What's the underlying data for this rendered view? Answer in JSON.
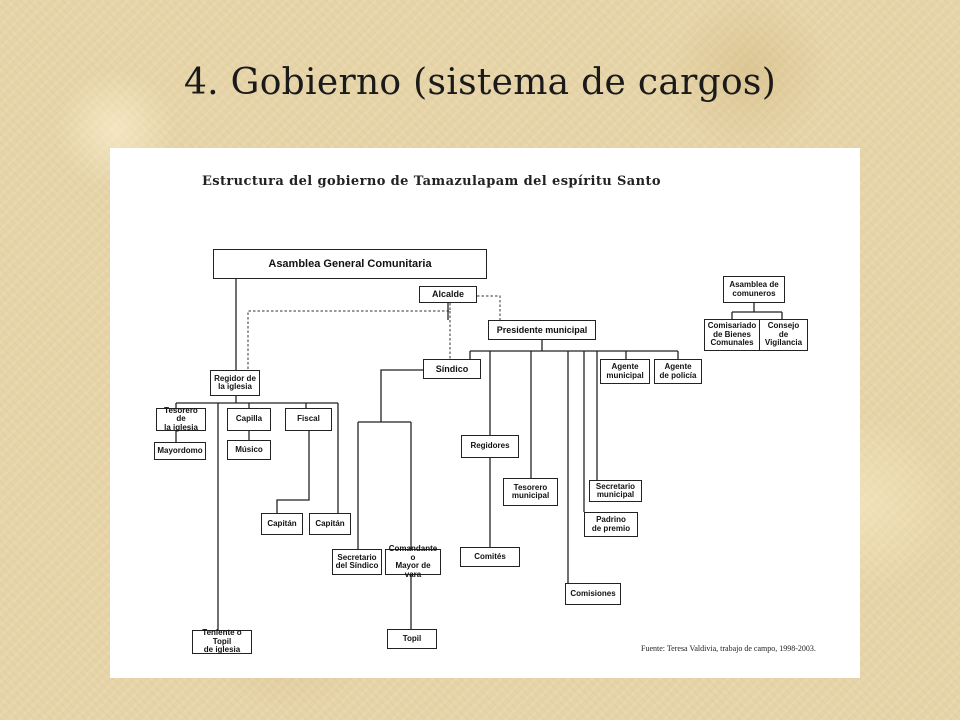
{
  "slide": {
    "title": "4. Gobierno (sistema de cargos)"
  },
  "chart": {
    "heading": "Estructura del gobierno de Tamazulapam del espíritu Santo",
    "source": "Fuente: Teresa Valdivia, trabajo de campo, 1998-2003.",
    "nodes": {
      "asamblea_general": "Asamblea General Comunitaria",
      "alcalde": "Alcalde",
      "presidente": "Presidente municipal",
      "sindico": "Síndico",
      "regidor_iglesia": "Regidor de\nla iglesia",
      "tesorero_iglesia": "Tesorero de\nla iglesia",
      "capilla": "Capilla",
      "fiscal": "Fiscal",
      "mayordomo": "Mayordomo",
      "musico": "Músico",
      "capitan_1": "Capitán",
      "capitan_2": "Capitán",
      "teniente": "Teniente o Topil\nde iglesia",
      "secretario_sindico": "Secretario\ndel Síndico",
      "comandante": "Comandante o\nMayor de vara",
      "topil": "Topil",
      "regidores": "Regidores",
      "comites": "Comités",
      "tesorero_municipal": "Tesorero\nmunicipal",
      "comisiones": "Comisiones",
      "secretario_municipal": "Secretario\nmunicipal",
      "padrino": "Padrino\nde premio",
      "agente_municipal": "Agente\nmunicipal",
      "agente_policia": "Agente\nde policía",
      "asamblea_comuneros": "Asamblea de\ncomuneros",
      "comisariado": "Comisariado\nde Bienes\nComunales",
      "consejo": "Consejo\nde Vigilancia"
    }
  }
}
